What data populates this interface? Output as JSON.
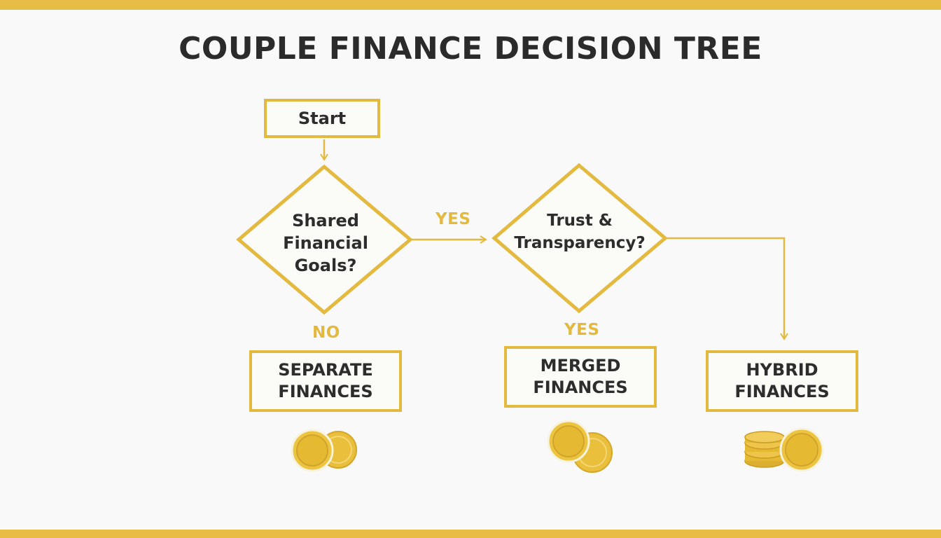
{
  "title": "COUPLE FINANCE DECISION TREE",
  "nodes": {
    "start": "Start",
    "shared_goals": [
      "Shared",
      "Financial",
      "Goals?"
    ],
    "trust": [
      "Trust &",
      "Transparency?"
    ],
    "separate": [
      "SEPARATE",
      "FINANCES"
    ],
    "merged": [
      "MERGED",
      "FINANCES"
    ],
    "hybrid": [
      "HYBRID",
      "FINANCES"
    ]
  },
  "edges": {
    "goals_to_trust": "YES",
    "goals_to_separate": "NO",
    "trust_to_merged": "YES"
  },
  "icons": {
    "separate": "coins-icon",
    "merged": "coins-icon",
    "hybrid": "coin-stack-icon"
  },
  "colors": {
    "accent": "#e8bd45",
    "text": "#2d2d2d",
    "background": "#f8f9f8"
  }
}
